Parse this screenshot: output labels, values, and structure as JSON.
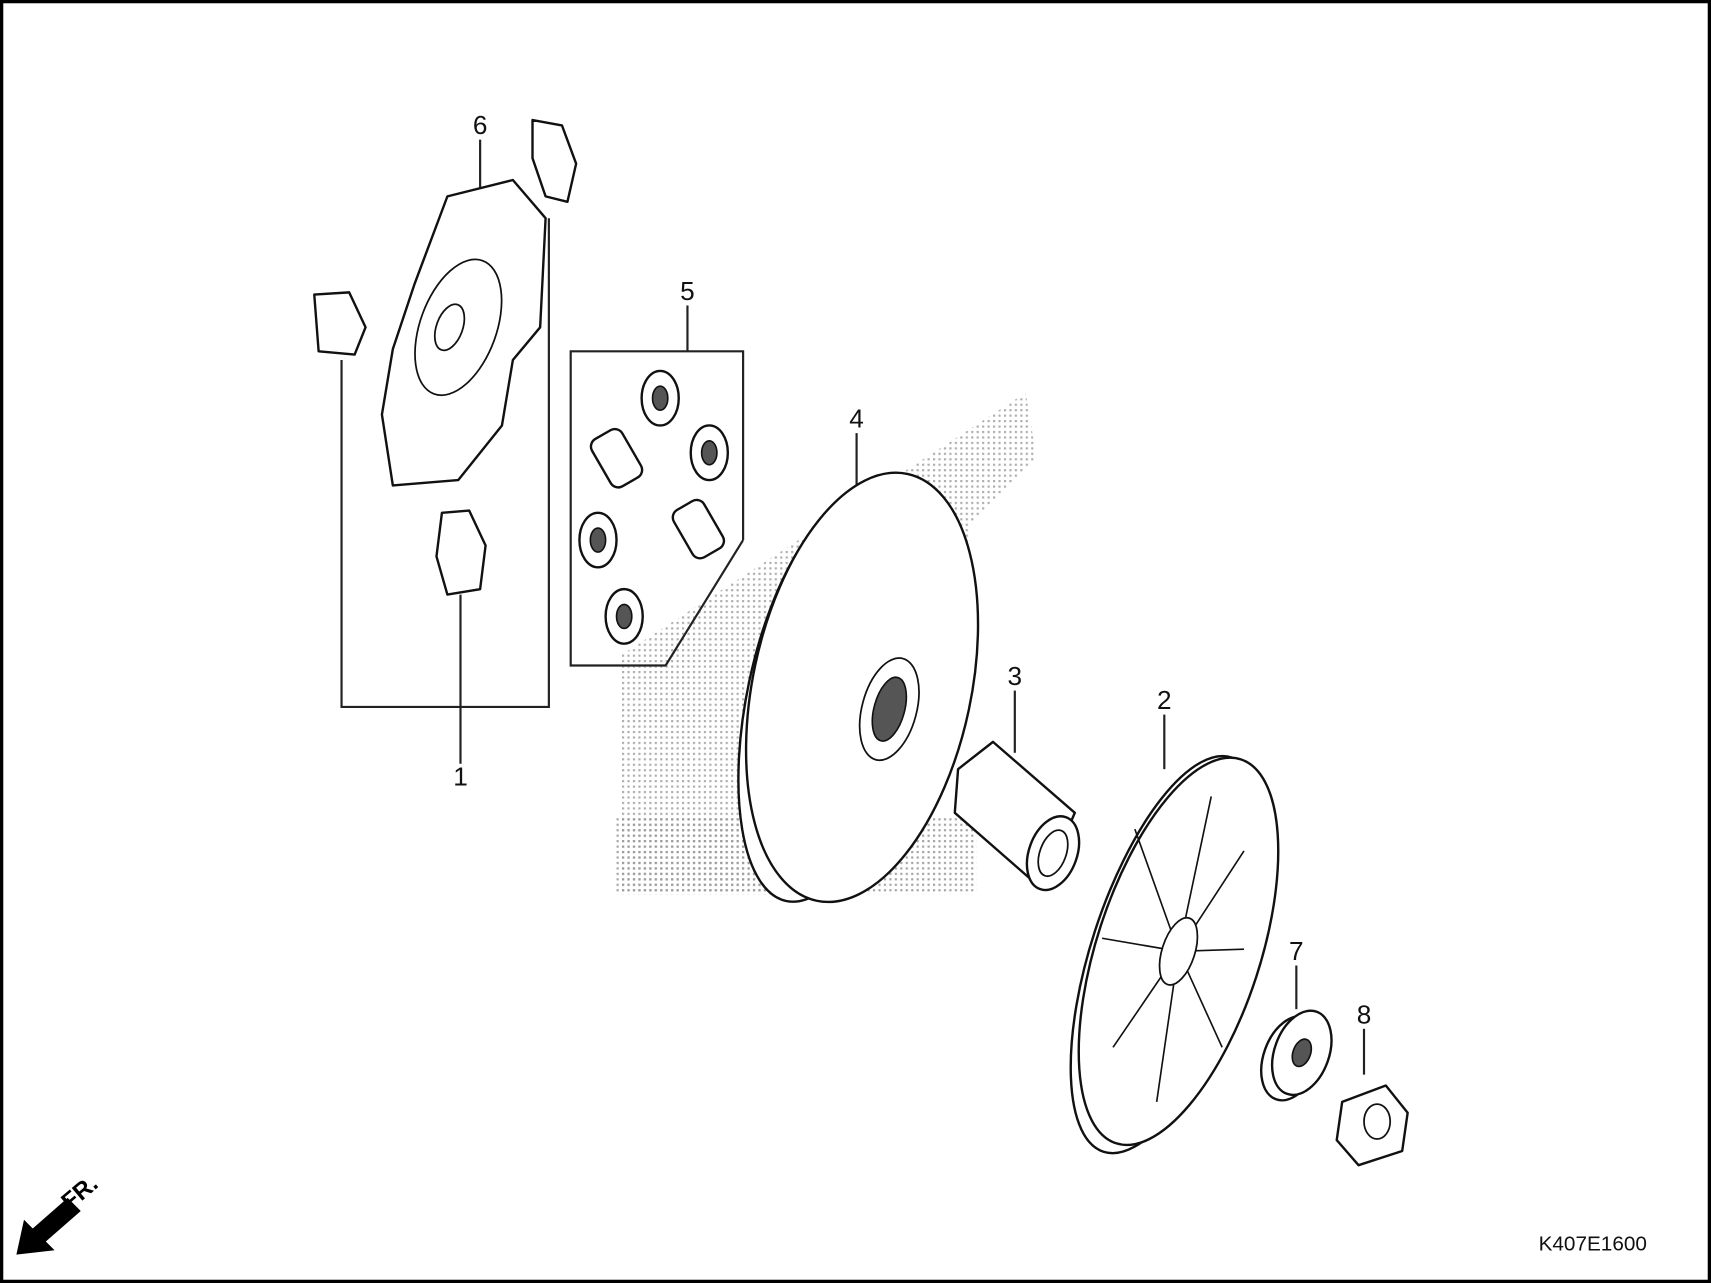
{
  "diagram": {
    "code": "K407E1600",
    "direction_label": "FR.",
    "callouts": [
      {
        "id": "1",
        "text": "1"
      },
      {
        "id": "2",
        "text": "2"
      },
      {
        "id": "3",
        "text": "3"
      },
      {
        "id": "4",
        "text": "4"
      },
      {
        "id": "5",
        "text": "5"
      },
      {
        "id": "6",
        "text": "6"
      },
      {
        "id": "7",
        "text": "7"
      },
      {
        "id": "8",
        "text": "8"
      }
    ],
    "colors": {
      "line": "#111111",
      "background": "#ffffff",
      "watermark": "#9a9a9a"
    }
  }
}
